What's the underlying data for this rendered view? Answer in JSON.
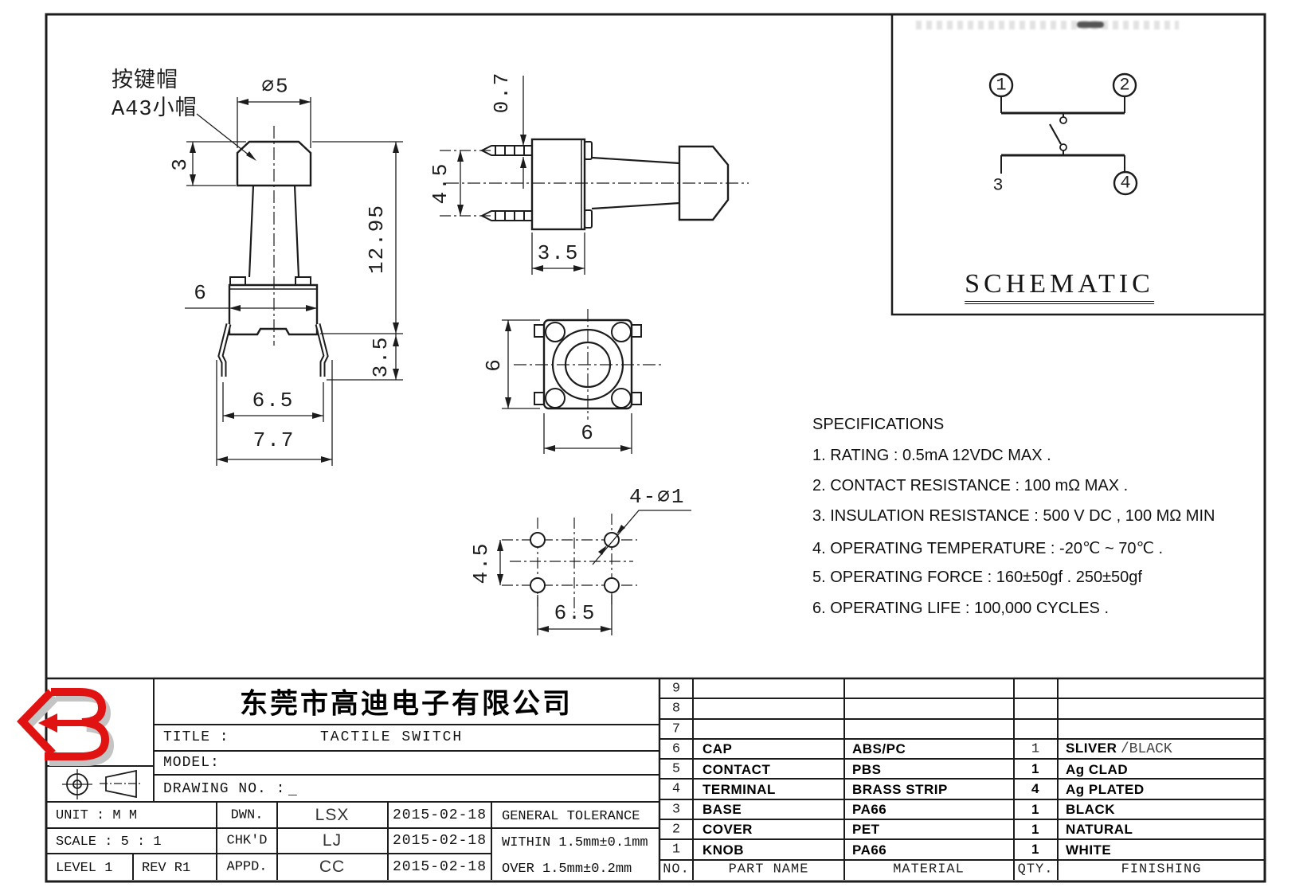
{
  "colors": {
    "line": "#1c1c1c",
    "logo_red": "#e01212",
    "logo_shadow": "#c4c4c4",
    "paper": "#ffffff"
  },
  "annotations": {
    "cap_note_1": "按键帽",
    "cap_note_2": "A43小帽"
  },
  "views": {
    "front": {
      "dims": {
        "cap_width": "∅5",
        "cap_height": "3",
        "total_height": "12.95",
        "base_width": "6",
        "leg_height": "3.5",
        "foot_span": "6.5",
        "overall_span": "7.7"
      }
    },
    "side": {
      "dims": {
        "pin_thickness": "0.7",
        "pin_pitch": "4.5",
        "base_thickness": "3.5"
      }
    },
    "top": {
      "dims": {
        "height": "6",
        "width": "6"
      }
    },
    "pin_layout": {
      "hole_callout": "4-∅1",
      "row_pitch": "4.5",
      "col_pitch": "6.5"
    }
  },
  "schematic": {
    "title": "SCHEMATIC",
    "pin1": "1",
    "pin2": "2",
    "pin3": "3",
    "pin4": "4"
  },
  "specifications": {
    "heading": "SPECIFICATIONS",
    "items": [
      "1. RATING : 0.5mA 12VDC MAX .",
      "2. CONTACT RESISTANCE : 100 mΩ MAX .",
      "3. INSULATION RESISTANCE : 500 V DC , 100 MΩ MIN",
      "4. OPERATING TEMPERATURE : -20℃ ~ 70℃ .",
      "5. OPERATING FORCE : 160±50gf . 250±50gf",
      "6. OPERATING LIFE : 100,000 CYCLES ."
    ]
  },
  "title_block": {
    "company": "东莞市高迪电子有限公司",
    "title_label": "TITLE :",
    "title_value": "TACTILE SWITCH",
    "model_label": "MODEL:",
    "drawing_label": "DRAWING NO. :",
    "drawing_value": "_",
    "unit": "UNIT   :   M M",
    "scale": "SCALE  :  5 : 1",
    "level": "LEVEL 1",
    "rev": "REV  R1",
    "dwn_label": "DWN.",
    "chkd_label": "CHK'D",
    "appd_label": "APPD.",
    "dwn_name": "LSX",
    "chkd_name": "LJ",
    "appd_name": "CC",
    "dwn_date": "2015-02-18",
    "chkd_date": "2015-02-18",
    "appd_date": "2015-02-18",
    "tolerance_heading": "GENERAL TOLERANCE",
    "tolerance_within": "WITHIN 1.5mm±0.1mm",
    "tolerance_over": "OVER   1.5mm±0.2mm"
  },
  "bom": {
    "headers": {
      "no": "NO.",
      "part": "PART  NAME",
      "material": "MATERIAL",
      "qty": "QTY.",
      "finishing": "FINISHING"
    },
    "rows": [
      {
        "no": "9",
        "part": "",
        "material": "",
        "qty": "",
        "finishing": "",
        "finishing_alt": ""
      },
      {
        "no": "8",
        "part": "",
        "material": "",
        "qty": "",
        "finishing": "",
        "finishing_alt": ""
      },
      {
        "no": "7",
        "part": "",
        "material": "",
        "qty": "",
        "finishing": "",
        "finishing_alt": ""
      },
      {
        "no": "6",
        "part": "CAP",
        "material": "ABS/PC",
        "qty": "1",
        "finishing": "SLIVER",
        "finishing_alt": "/BLACK"
      },
      {
        "no": "5",
        "part": "CONTACT",
        "material": "PBS",
        "qty": "1",
        "finishing": "Ag CLAD",
        "finishing_alt": ""
      },
      {
        "no": "4",
        "part": "TERMINAL",
        "material": "BRASS STRIP",
        "qty": "4",
        "finishing": "Ag PLATED",
        "finishing_alt": ""
      },
      {
        "no": "3",
        "part": "BASE",
        "material": "PA66",
        "qty": "1",
        "finishing": "BLACK",
        "finishing_alt": ""
      },
      {
        "no": "2",
        "part": "COVER",
        "material": "PET",
        "qty": "1",
        "finishing": "NATURAL",
        "finishing_alt": ""
      },
      {
        "no": "1",
        "part": "KNOB",
        "material": "PA66",
        "qty": "1",
        "finishing": "WHITE",
        "finishing_alt": ""
      }
    ]
  }
}
